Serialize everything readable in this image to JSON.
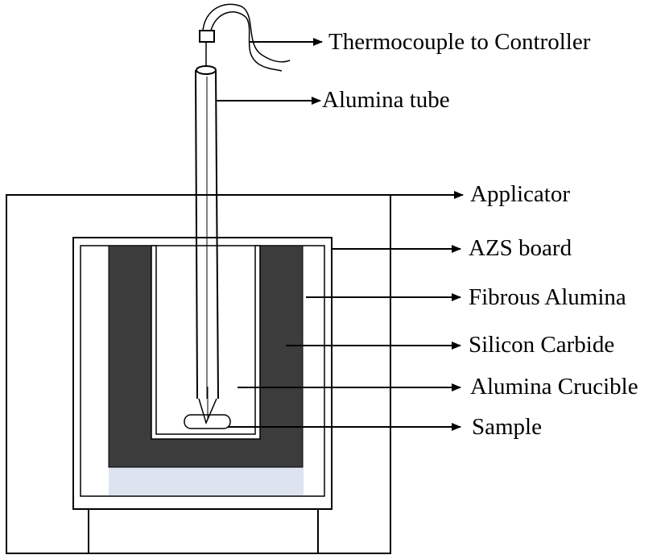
{
  "colors": {
    "line": "#000000",
    "background": "#ffffff",
    "fibrous_alumina": "#e6e6e6",
    "silicon_carbide": "#3c3c3c",
    "base_layer": "#dde4f0"
  },
  "labels": {
    "thermocouple": "Thermocouple to Controller",
    "alumina_tube": "Alumina tube",
    "applicator": "Applicator",
    "azs_board": "AZS board",
    "fibrous_alumina": "Fibrous Alumina",
    "silicon_carbide": "Silicon Carbide",
    "alumina_crucible": "Alumina Crucible",
    "sample": "Sample"
  }
}
